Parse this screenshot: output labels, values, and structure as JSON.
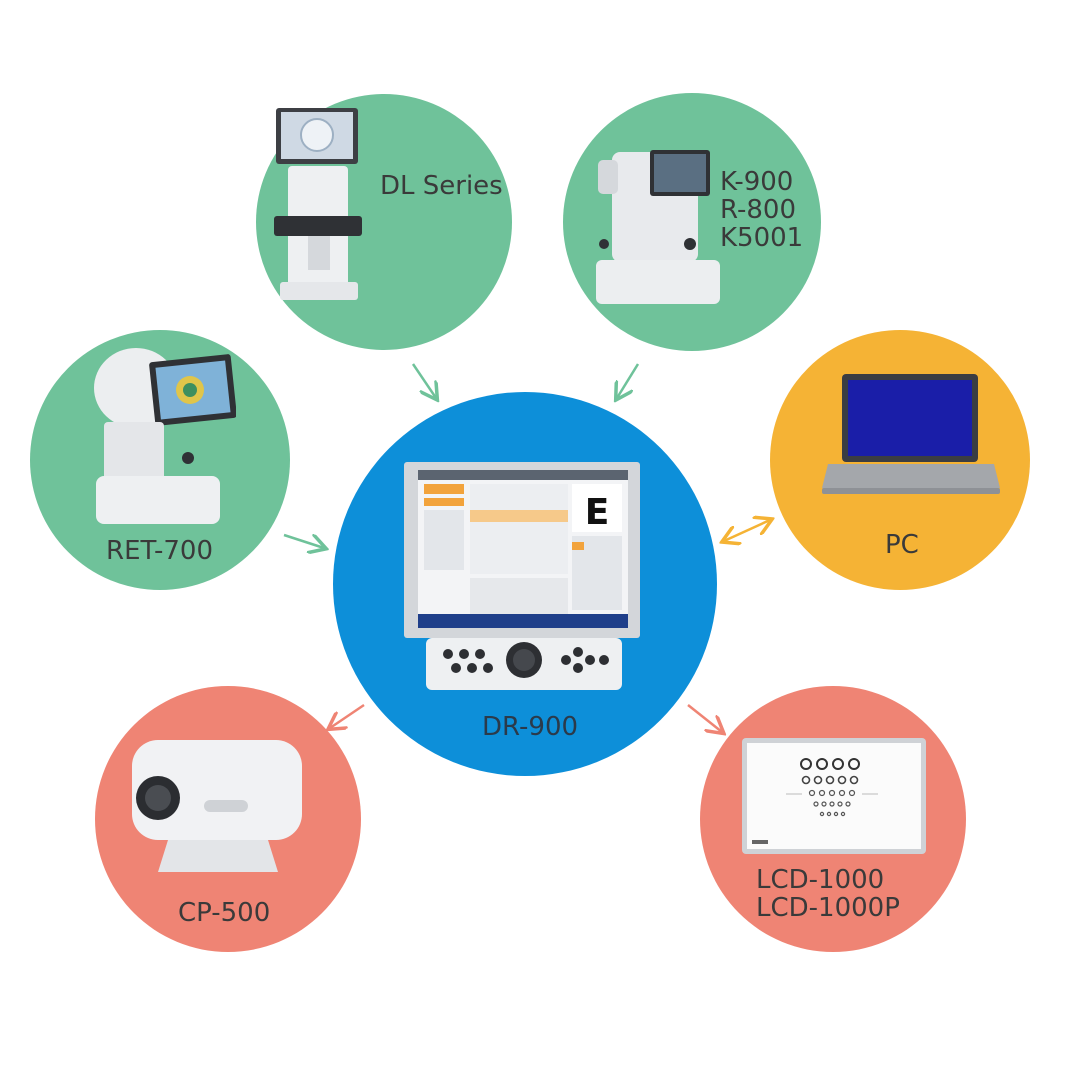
{
  "colors": {
    "green": "#6fc29a",
    "blue": "#0d8fd9",
    "orange": "#f5b335",
    "salmon": "#ef8474",
    "label": "#3a3a3a"
  },
  "hub": {
    "label": "DR-900"
  },
  "nodes": {
    "dl": {
      "label": "DL Series"
    },
    "k900": {
      "lines": [
        "K-900",
        "R-800",
        "K5001"
      ]
    },
    "ret": {
      "label": "RET-700"
    },
    "pc": {
      "label": "PC"
    },
    "cp": {
      "label": "CP-500"
    },
    "lcd": {
      "lines": [
        "LCD-1000",
        "LCD-1000P"
      ]
    }
  },
  "chart_letter": "E"
}
